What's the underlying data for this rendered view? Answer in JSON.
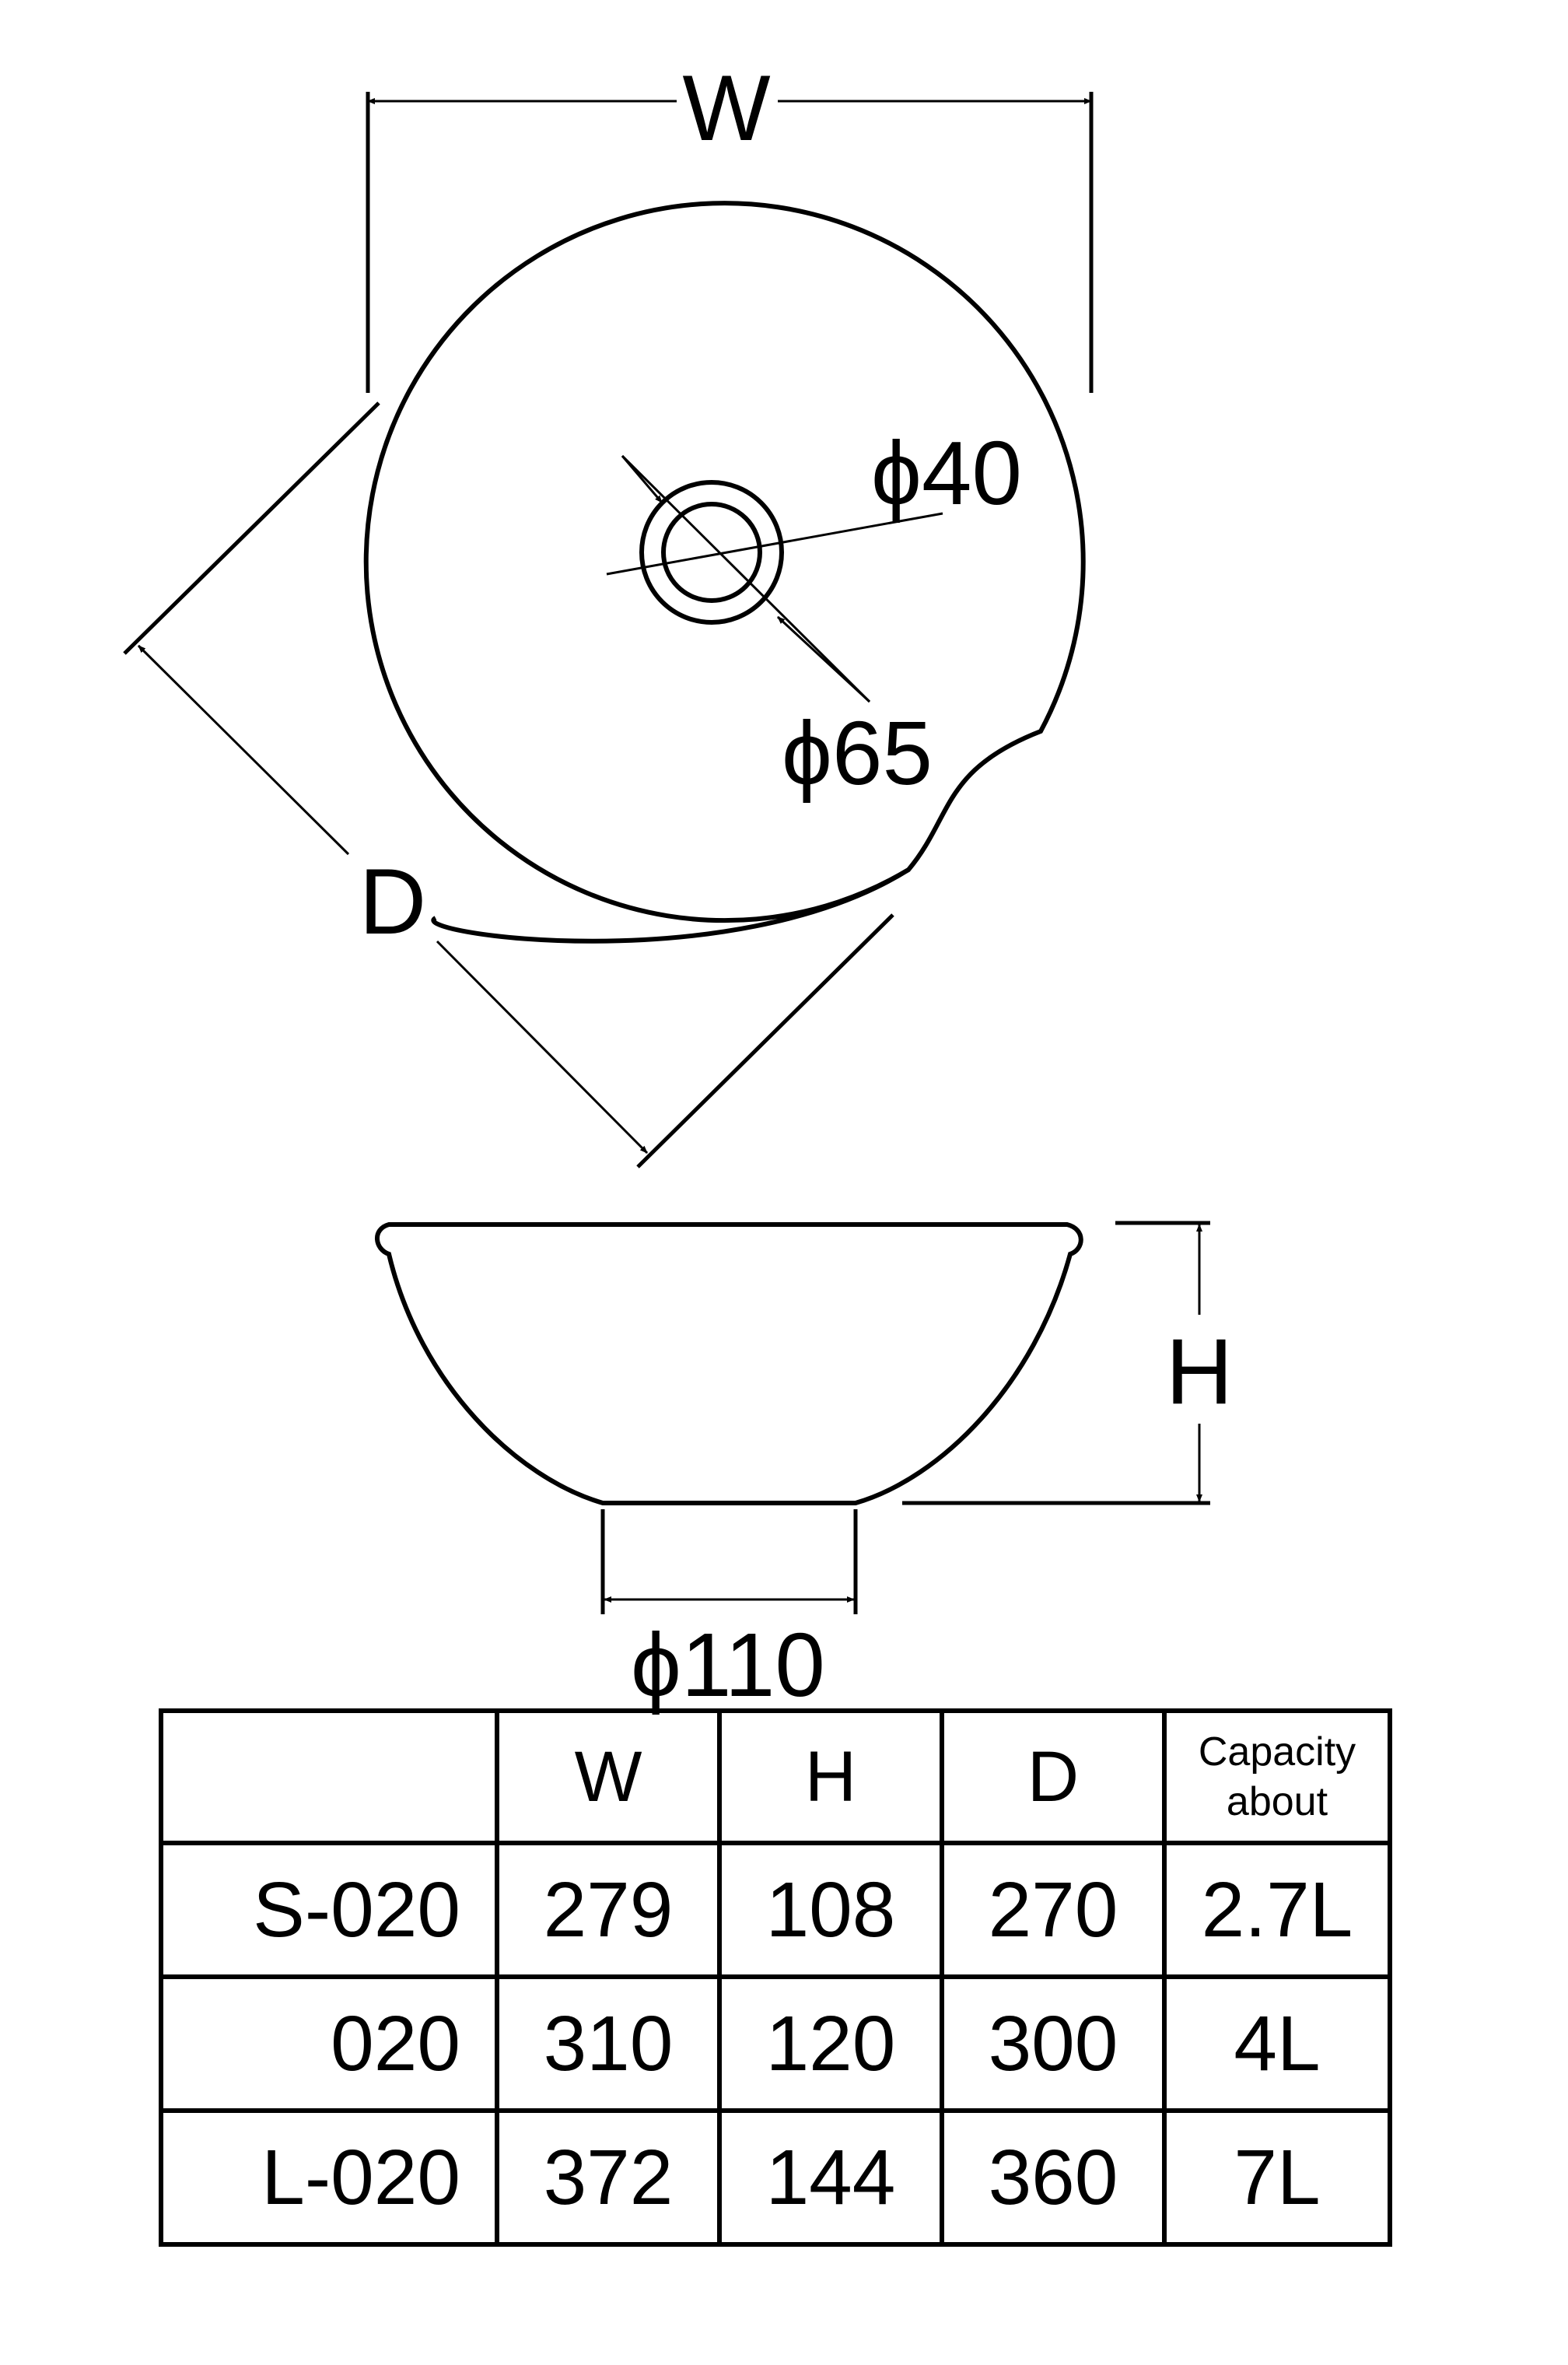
{
  "diagram": {
    "labels": {
      "width": "W",
      "depth": "D",
      "height": "H",
      "drain_inner": "ϕ40",
      "drain_outer": "ϕ65",
      "base": "ϕ110"
    }
  },
  "table": {
    "columns": [
      "W",
      "H",
      "D"
    ],
    "capacity_header": [
      "Capacity",
      "about"
    ],
    "rows": [
      {
        "model": "S-020",
        "W": "279",
        "H": "108",
        "D": "270",
        "capacity": "2.7L"
      },
      {
        "model": "020",
        "W": "310",
        "H": "120",
        "D": "300",
        "capacity": "4L"
      },
      {
        "model": "L-020",
        "W": "372",
        "H": "144",
        "D": "360",
        "capacity": "7L"
      }
    ]
  }
}
